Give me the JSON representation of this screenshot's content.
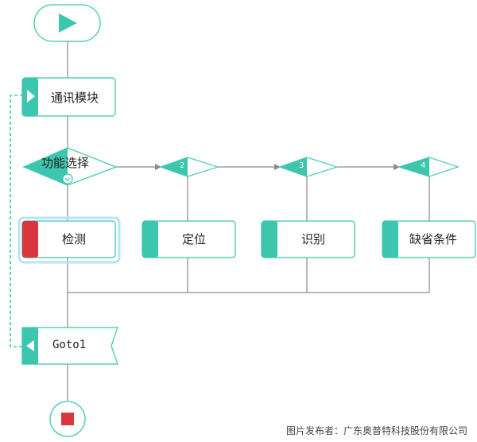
{
  "colors": {
    "accent": "#3cc6ad",
    "accent_border": "#5ccfba",
    "active_red": "#d9363e",
    "active_glow": "#b7e3f2",
    "connector": "#8a8a8a",
    "dashed_loop": "#3cc6ad",
    "stop_fill": "#d9363e",
    "node_fill": "#ffffff"
  },
  "nodes": {
    "start": {
      "icon": "play-icon"
    },
    "comm": {
      "label": "通讯模块",
      "icon": "play-icon"
    },
    "decision": {
      "label": "功能选择",
      "icon": "chevron-down-icon"
    },
    "branches": [
      {
        "number": "2"
      },
      {
        "number": "3"
      },
      {
        "number": "4"
      }
    ],
    "actions": [
      {
        "label": "检测",
        "active": true
      },
      {
        "label": "定位",
        "active": false
      },
      {
        "label": "识别",
        "active": false
      },
      {
        "label": "缺省条件",
        "active": false
      }
    ],
    "goto": {
      "label": "Goto1"
    },
    "end": {
      "icon": "stop-icon"
    }
  },
  "footer": {
    "text": "图片发布者：广东奥普特科技股份有限公司"
  }
}
